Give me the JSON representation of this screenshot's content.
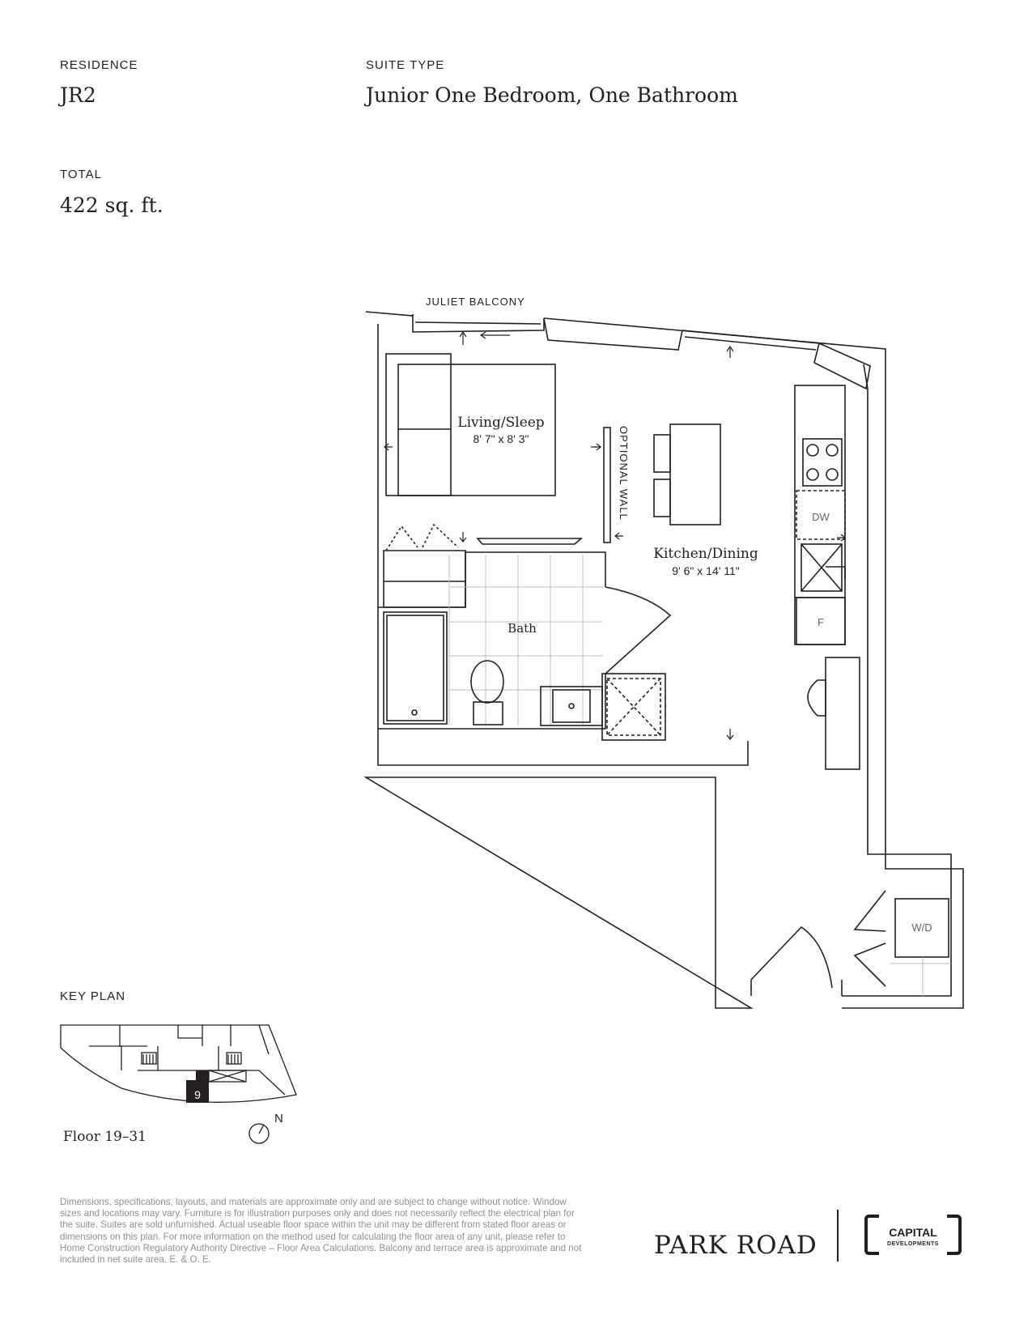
{
  "header": {
    "residence_label": "RESIDENCE",
    "residence_value": "JR2",
    "suite_type_label": "SUITE TYPE",
    "suite_type_value": "Junior One Bedroom, One Bathroom",
    "total_label": "TOTAL",
    "total_value": "422 sq. ft."
  },
  "plan": {
    "balcony_label": "JULIET BALCONY",
    "optional_wall_label": "OPTIONAL WALL",
    "living_name": "Living/Sleep",
    "living_dims": "8' 7\" x 8' 3\"",
    "kitchen_name": "Kitchen/Dining",
    "kitchen_dims": "9' 6\" x 14' 11\"",
    "bath_name": "Bath",
    "dw_label": "DW",
    "fridge_label": "F",
    "wd_label": "W/D"
  },
  "key_plan": {
    "label": "KEY PLAN",
    "unit_number": "9",
    "north_label": "N",
    "floor_label": "Floor 19–31"
  },
  "footer": {
    "disclaimer": "Dimensions, specifications, layouts, and materials are approximate only and are subject to change without notice. Window sizes and locations may vary. Furniture is for illustration purposes only and does not necessarily reflect the electrical plan for the suite. Suites are sold unfurnished. Actual useable floor space within the unit may be different from stated floor areas or dimensions on this plan. For more information on the method used for calculating the floor area of any unit, please refer to Home Construction Regulatory Authority Directive – Floor Area Calculations. Balcony and terrace area is approximate and not included in net suite area. E. & O. E.",
    "brand": "PARK ROAD",
    "logo_top": "CAPITAL",
    "logo_bottom": "DEVELOPMENTS"
  }
}
